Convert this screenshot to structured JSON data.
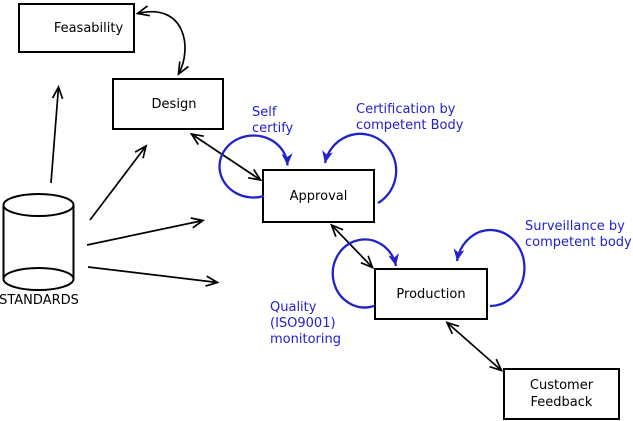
{
  "colors": {
    "annotation": "#2222cc",
    "line": "#000000",
    "background": "#ffffff"
  },
  "nodes": {
    "feasability": {
      "label": "Feasability"
    },
    "design": {
      "label": "Design"
    },
    "approval": {
      "label": "Approval"
    },
    "production": {
      "label": "Production"
    },
    "customer_feedback": {
      "line1": "Customer",
      "line2": "Feedback"
    },
    "standards": {
      "label": "STANDARDS"
    }
  },
  "annotations": {
    "self_certify": {
      "line1": "Self",
      "line2": "certify"
    },
    "certification": {
      "line1": "Certification by",
      "line2": "competent Body"
    },
    "surveillance": {
      "line1": "Surveillance by",
      "line2": "competent body"
    },
    "quality_monitoring": {
      "line1": "Quality",
      "line2": "(ISO9001)",
      "line3": "monitoring"
    }
  }
}
